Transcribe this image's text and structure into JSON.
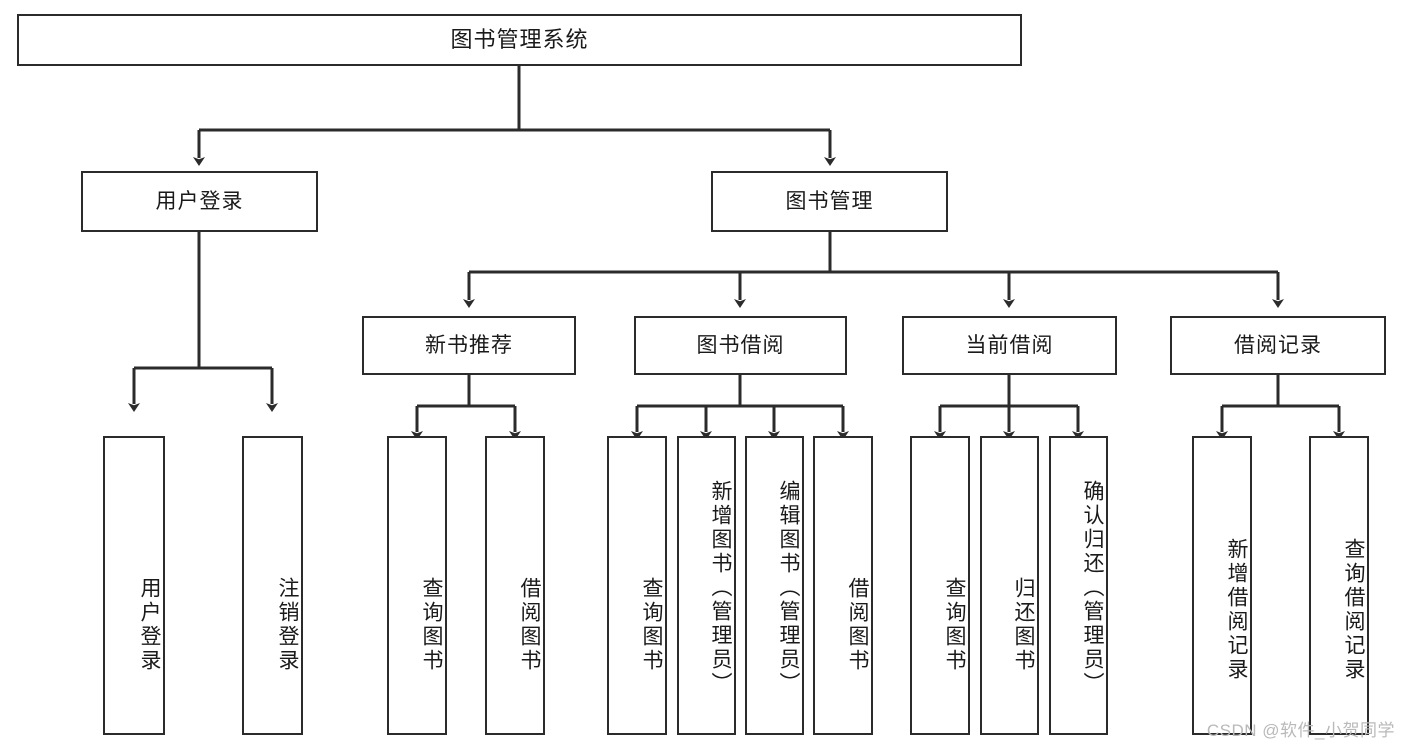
{
  "diagram": {
    "title": "图书管理系统",
    "type": "tree",
    "orientation": "top-down",
    "colors": {
      "box_border": "#2b2b2b",
      "box_fill": "#ffffff",
      "edge": "#2b2b2b",
      "text": "#1a1a1a",
      "watermark": "#b9b9b9",
      "background": "#ffffff"
    },
    "watermark": "CSDN @软件_小贺同学",
    "root": {
      "id": "root",
      "label": "图书管理系统",
      "orientation": "horizontal"
    },
    "level2": [
      {
        "id": "user-login",
        "label": "用户登录",
        "orientation": "horizontal"
      },
      {
        "id": "book-manage",
        "label": "图书管理",
        "orientation": "horizontal"
      }
    ],
    "level3": [
      {
        "id": "new-book-recommend",
        "label": "新书推荐",
        "orientation": "horizontal",
        "parent": "book-manage"
      },
      {
        "id": "book-borrow",
        "label": "图书借阅",
        "orientation": "horizontal",
        "parent": "book-manage"
      },
      {
        "id": "current-borrow",
        "label": "当前借阅",
        "orientation": "horizontal",
        "parent": "book-manage"
      },
      {
        "id": "borrow-record",
        "label": "借阅记录",
        "orientation": "horizontal",
        "parent": "book-manage"
      }
    ],
    "leaves": [
      {
        "id": "leaf-user-login",
        "label": "用户登录",
        "orientation": "vertical",
        "parent": "user-login"
      },
      {
        "id": "leaf-user-logout",
        "label": "注销登录",
        "orientation": "vertical",
        "parent": "user-login"
      },
      {
        "id": "leaf-recommend-query",
        "label": "查询图书",
        "orientation": "vertical",
        "parent": "new-book-recommend"
      },
      {
        "id": "leaf-recommend-borrow",
        "label": "借阅图书",
        "orientation": "vertical",
        "parent": "new-book-recommend"
      },
      {
        "id": "leaf-borrow-query",
        "label": "查询图书",
        "orientation": "vertical",
        "parent": "book-borrow"
      },
      {
        "id": "leaf-borrow-add",
        "label": "新增图书（管理员）",
        "orientation": "vertical",
        "parent": "book-borrow"
      },
      {
        "id": "leaf-borrow-edit",
        "label": "编辑图书（管理员）",
        "orientation": "vertical",
        "parent": "book-borrow"
      },
      {
        "id": "leaf-borrow-lend",
        "label": "借阅图书",
        "orientation": "vertical",
        "parent": "book-borrow"
      },
      {
        "id": "leaf-current-query",
        "label": "查询图书",
        "orientation": "vertical",
        "parent": "current-borrow"
      },
      {
        "id": "leaf-current-return",
        "label": "归还图书",
        "orientation": "vertical",
        "parent": "current-borrow"
      },
      {
        "id": "leaf-current-confirm",
        "label": "确认归还（管理员）",
        "orientation": "vertical",
        "parent": "current-borrow"
      },
      {
        "id": "leaf-record-add",
        "label": "新增借阅记录",
        "orientation": "vertical",
        "parent": "borrow-record"
      },
      {
        "id": "leaf-record-query",
        "label": "查询借阅记录",
        "orientation": "vertical",
        "parent": "borrow-record"
      }
    ]
  }
}
